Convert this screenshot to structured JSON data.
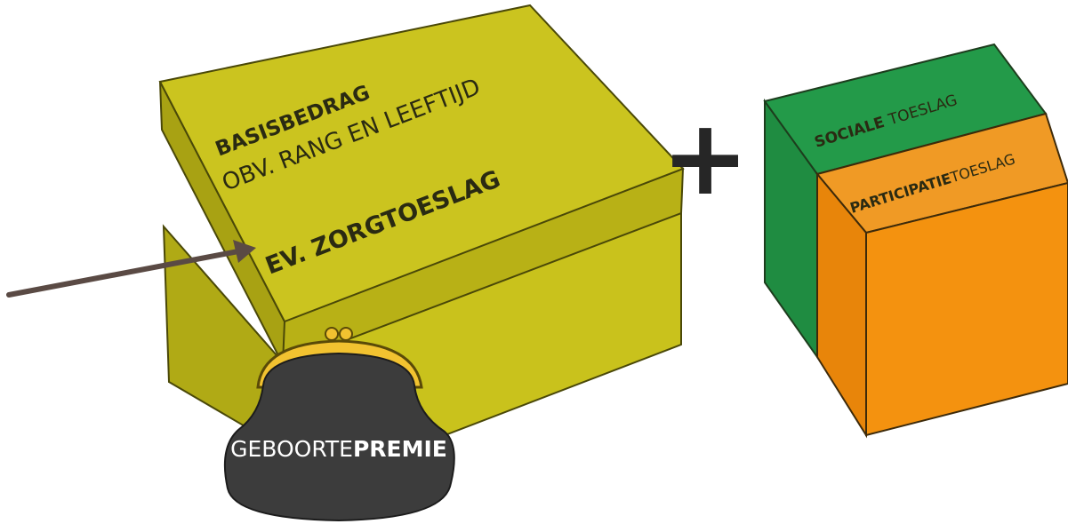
{
  "yellow_box": {
    "line1": "BASISBEDRAG",
    "line2": "OBV. RANG EN LEEFTIJD",
    "line3": "EV. ZORGTOESLAG"
  },
  "plus_sign": "+",
  "purse": {
    "label_light": "GEBOORTE",
    "label_bold": "PREMIE"
  },
  "small_box": {
    "top_label_bold": "SOCIALE",
    "top_label_light": "TOESLAG",
    "front_label_bold": "PARTICIPATIE",
    "front_label_light": "TOESLAG"
  },
  "colors": {
    "box_yellow": "#c9c21c",
    "box_green": "#239a49",
    "box_orange": "#f4920f",
    "purse_dark": "#3c3c3c",
    "purse_frame": "#f2c230",
    "arrow": "#5a4a44"
  }
}
